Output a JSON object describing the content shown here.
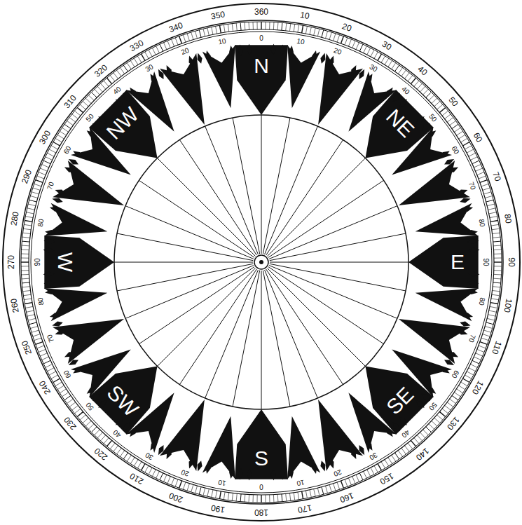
{
  "diagram": {
    "labels": [
      "360",
      "10",
      "20",
      "30",
      "40",
      "50",
      "60",
      "70",
      "80",
      "90",
      "100",
      "110",
      "120",
      "130",
      "140",
      "150",
      "160",
      "170",
      "180",
      "190",
      "200",
      "210",
      "220",
      "230",
      "240",
      "250",
      "260",
      "270",
      "280",
      "290",
      "300",
      "310",
      "320",
      "330",
      "340",
      "350",
      "0",
      "10",
      "20",
      "30",
      "40",
      "50",
      "60",
      "70",
      "80",
      "90",
      "80",
      "70",
      "60",
      "50",
      "40",
      "30",
      "20",
      "10",
      "0",
      "10",
      "20",
      "30",
      "40",
      "50",
      "60",
      "70",
      "80",
      "90",
      "80",
      "70",
      "60",
      "50",
      "40",
      "30",
      "20",
      "10",
      "N",
      "NE",
      "E",
      "SE",
      "S",
      "SW",
      "W",
      "NW"
    ]
  }
}
